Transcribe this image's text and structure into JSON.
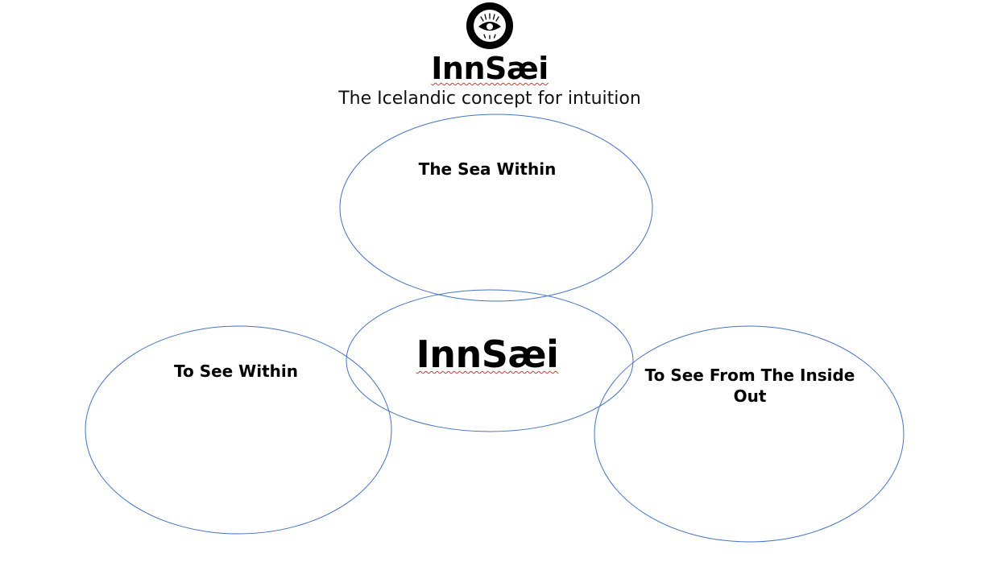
{
  "header": {
    "logo_icon": "eye-icon",
    "title": "InnSæi",
    "subtitle": "The Icelandic concept for intuition"
  },
  "diagram": {
    "top_circle_label": "The Sea Within",
    "left_circle_label": "To See Within",
    "right_circle_label": "To See From The Inside Out",
    "center_circle_label": "InnSæi",
    "circle_stroke_color": "#4472c4"
  }
}
